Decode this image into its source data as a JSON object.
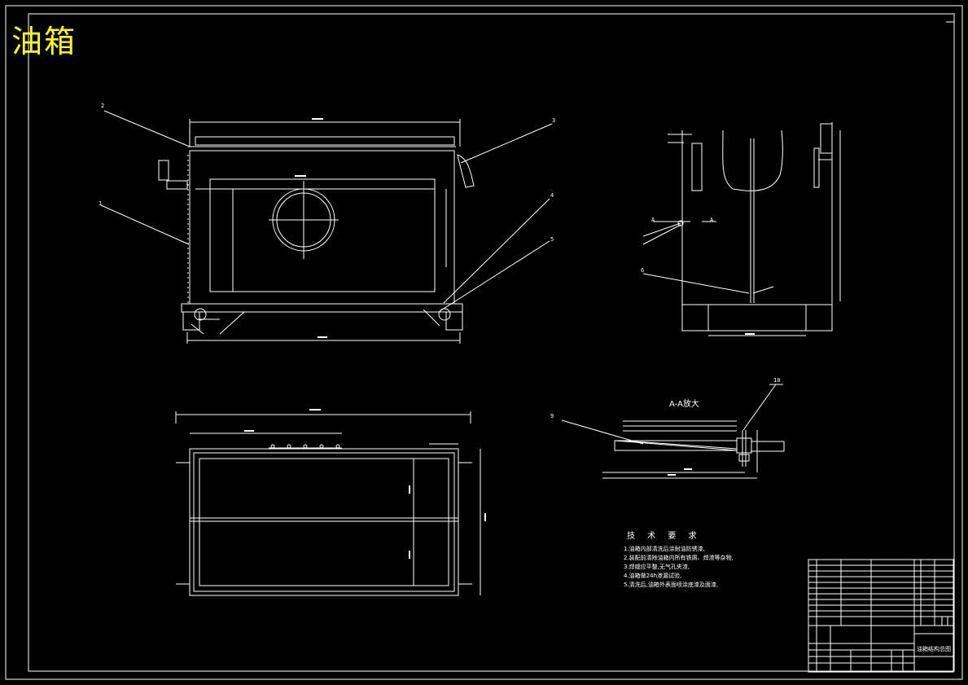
{
  "title": "油箱",
  "labels": {
    "callout_1": "1",
    "callout_2": "2",
    "callout_3": "3",
    "callout_4": "4",
    "callout_5": "5",
    "callout_6": "6",
    "callout_9": "9",
    "callout_10": "10",
    "section_a": "A"
  },
  "section_view_title": "A-A放大",
  "technical_requirements": {
    "title": "技 术 要 求",
    "notes": [
      "1.油箱内部清洗后涂耐油防锈漆,",
      "2.装配前清除油箱内所有铁屑、焊渣等杂物,",
      "3.焊缝应平整,无气孔夹渣,",
      "4.油箱做24h渗漏试验,",
      "5.清洗后,油箱外表面喷涂底漆及面漆,"
    ]
  },
  "title_block": {
    "drawing_name": "油箱结构总图"
  }
}
